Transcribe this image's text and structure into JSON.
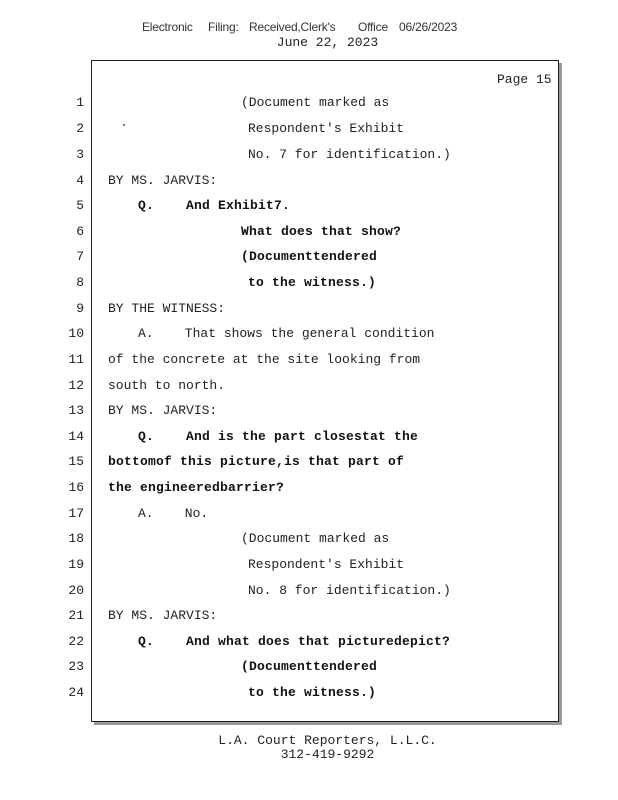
{
  "filing_stamp": {
    "electronic": "Electronic",
    "filing": "Filing:",
    "received": "Received,Clerk's",
    "office": "Office",
    "date": "06/26/2023"
  },
  "header_date": "June 22, 2023",
  "page_label": "Page 15",
  "lines": [
    {
      "num": "1",
      "text": "(Document marked as"
    },
    {
      "num": "2",
      "text": "Respondent's Exhibit"
    },
    {
      "num": "3",
      "text": "No. 7 for identification.)"
    },
    {
      "num": "4",
      "text": "BY MS. JARVIS:"
    },
    {
      "num": "5",
      "text": "Q.    And Exhibit7."
    },
    {
      "num": "6",
      "text": "What does that show?"
    },
    {
      "num": "7",
      "text": "(Documenttendered"
    },
    {
      "num": "8",
      "text": "to the witness.)"
    },
    {
      "num": "9",
      "text": "BY THE WITNESS:"
    },
    {
      "num": "10",
      "text": "A.    That shows the general condition"
    },
    {
      "num": "11",
      "text": "of the concrete at the site looking from"
    },
    {
      "num": "12",
      "text": "south to north."
    },
    {
      "num": "13",
      "text": "BY MS. JARVIS:"
    },
    {
      "num": "14",
      "text": "Q.    And is the part closestat the"
    },
    {
      "num": "15",
      "text": "bottomof this picture,is that part of"
    },
    {
      "num": "16",
      "text": "the engineeredbarrier?"
    },
    {
      "num": "17",
      "text": "A.    No."
    },
    {
      "num": "18",
      "text": "(Document marked as"
    },
    {
      "num": "19",
      "text": "Respondent's Exhibit"
    },
    {
      "num": "20",
      "text": "No. 8 for identification.)"
    },
    {
      "num": "21",
      "text": "BY MS. JARVIS:"
    },
    {
      "num": "22",
      "text": "Q.    And what does that picturedepict?"
    },
    {
      "num": "23",
      "text": "(Documenttendered"
    },
    {
      "num": "24",
      "text": "to the witness.)"
    }
  ],
  "footer": {
    "company": "L.A. Court Reporters, L.L.C.",
    "phone": "312-419-9292"
  }
}
